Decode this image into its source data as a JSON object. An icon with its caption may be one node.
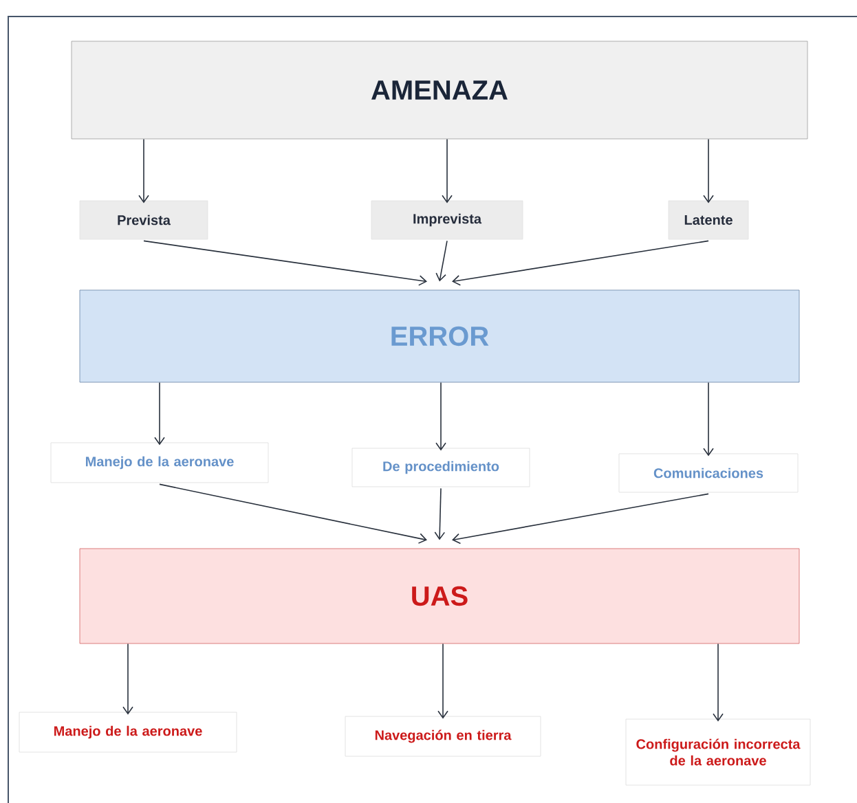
{
  "diagram": {
    "nodes": [
      {
        "text": [
          "AMENAZA"
        ]
      },
      {
        "text": [
          "Prevista"
        ]
      },
      {
        "text": [
          "Imprevista"
        ]
      },
      {
        "text": [
          "Latente"
        ]
      },
      {
        "text": [
          "ERROR"
        ]
      },
      {
        "text": [
          "Manejo de la aeronave"
        ]
      },
      {
        "text": [
          "De procedimiento"
        ]
      },
      {
        "text": [
          "Comunicaciones"
        ]
      },
      {
        "text": [
          "UAS"
        ]
      },
      {
        "text": [
          "Manejo de la aeronave"
        ]
      },
      {
        "text": [
          "Navegación en tierra"
        ]
      },
      {
        "text": [
          "Configuración incorrecta de la aeronave"
        ]
      }
    ],
    "edges": [
      {
        "from": 0,
        "to": 1,
        "arrow": "to"
      },
      {
        "from": 0,
        "to": 2,
        "arrow": "to"
      },
      {
        "from": 0,
        "to": 3,
        "arrow": "to"
      },
      {
        "from": 1,
        "to": 4,
        "arrow": "to"
      },
      {
        "from": 2,
        "to": 4,
        "arrow": "to"
      },
      {
        "from": 3,
        "to": 4,
        "arrow": "to"
      },
      {
        "from": 4,
        "to": 5,
        "arrow": "to"
      },
      {
        "from": 4,
        "to": 6,
        "arrow": "to"
      },
      {
        "from": 4,
        "to": 7,
        "arrow": "to"
      },
      {
        "from": 5,
        "to": 8,
        "arrow": "to"
      },
      {
        "from": 6,
        "to": 8,
        "arrow": "to"
      },
      {
        "from": 7,
        "to": 8,
        "arrow": "to"
      },
      {
        "from": 8,
        "to": 9,
        "arrow": "to"
      },
      {
        "from": 8,
        "to": 10,
        "arrow": "to"
      },
      {
        "from": 8,
        "to": 11,
        "arrow": "to"
      }
    ]
  }
}
